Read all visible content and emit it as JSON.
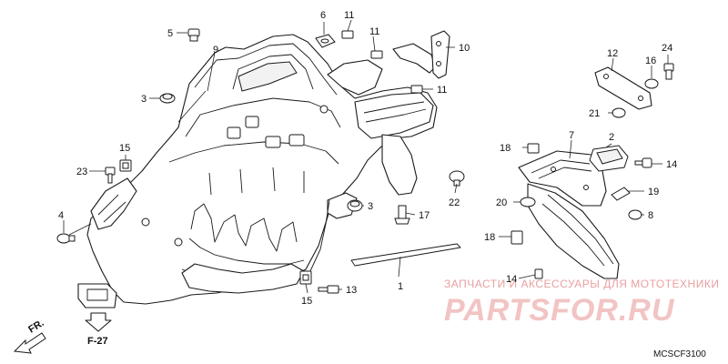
{
  "diagram_code": "MCSCF3100",
  "reference": {
    "page": "F-27",
    "direction": "FR."
  },
  "watermark": {
    "subtitle": "ЗАПЧАСТИ И АКСЕССУАРЫ ДЛЯ МОТОТЕХНИКИ",
    "brand": "PARTSFOR.RU"
  },
  "callouts": [
    {
      "id": "c1",
      "number": "1"
    },
    {
      "id": "c2",
      "number": "2"
    },
    {
      "id": "c3a",
      "number": "3"
    },
    {
      "id": "c3b",
      "number": "3"
    },
    {
      "id": "c4",
      "number": "4"
    },
    {
      "id": "c5",
      "number": "5"
    },
    {
      "id": "c6",
      "number": "6"
    },
    {
      "id": "c7",
      "number": "7"
    },
    {
      "id": "c8",
      "number": "8"
    },
    {
      "id": "c9",
      "number": "9"
    },
    {
      "id": "c10",
      "number": "10"
    },
    {
      "id": "c11a",
      "number": "11"
    },
    {
      "id": "c11b",
      "number": "11"
    },
    {
      "id": "c11c",
      "number": "11"
    },
    {
      "id": "c12",
      "number": "12"
    },
    {
      "id": "c13",
      "number": "13"
    },
    {
      "id": "c14a",
      "number": "14"
    },
    {
      "id": "c14b",
      "number": "14"
    },
    {
      "id": "c15a",
      "number": "15"
    },
    {
      "id": "c15b",
      "number": "15"
    },
    {
      "id": "c16",
      "number": "16"
    },
    {
      "id": "c17",
      "number": "17"
    },
    {
      "id": "c18a",
      "number": "18"
    },
    {
      "id": "c18b",
      "number": "18"
    },
    {
      "id": "c19",
      "number": "19"
    },
    {
      "id": "c20",
      "number": "20"
    },
    {
      "id": "c21",
      "number": "21"
    },
    {
      "id": "c22",
      "number": "22"
    },
    {
      "id": "c23",
      "number": "23"
    },
    {
      "id": "c24",
      "number": "24"
    }
  ]
}
